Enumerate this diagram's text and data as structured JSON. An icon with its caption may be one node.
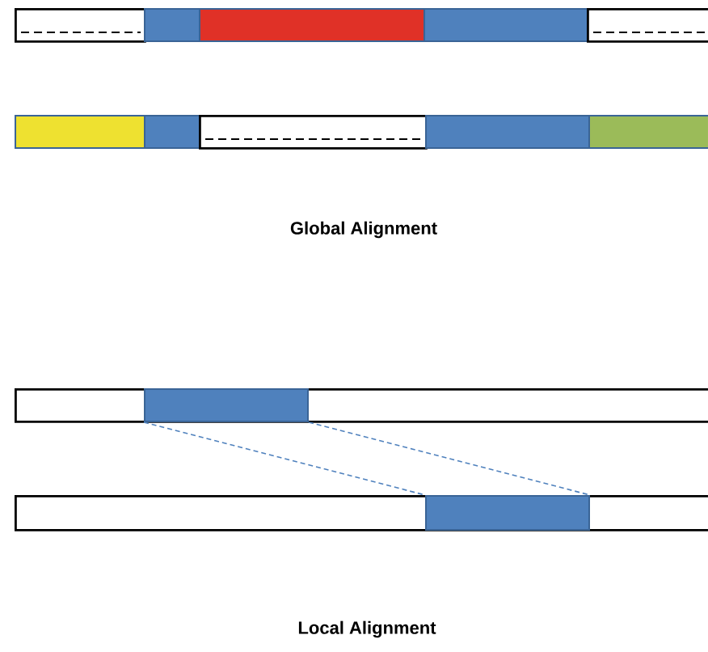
{
  "diagram": {
    "nodes": [
      {
        "text": [],
        "shape": "bar"
      },
      {
        "text": [],
        "shape": "bar"
      },
      {
        "text": [],
        "shape": "bar"
      },
      {
        "text": [],
        "shape": "bar"
      },
      {
        "text": [],
        "shape": "bar"
      },
      {
        "text": [],
        "shape": "bar"
      },
      {
        "text": [],
        "shape": "bar"
      },
      {
        "text": [],
        "shape": "bar"
      },
      {
        "text": [],
        "shape": "bar"
      },
      {
        "text": [],
        "shape": "bar"
      },
      {
        "text": [],
        "shape": "bar"
      },
      {
        "text": [],
        "shape": "bar",
        "in": 10
      },
      {
        "text": [],
        "shape": "bar"
      },
      {
        "text": [],
        "shape": "bar",
        "in": 12
      }
    ],
    "edges": [
      {
        "from": 11,
        "to": 13,
        "arrow": "none",
        "style": "dashed"
      },
      {
        "from": 11,
        "to": 13,
        "arrow": "none",
        "style": "dashed"
      }
    ],
    "labels": [
      "Global Alignment",
      "Local Alignment"
    ]
  }
}
